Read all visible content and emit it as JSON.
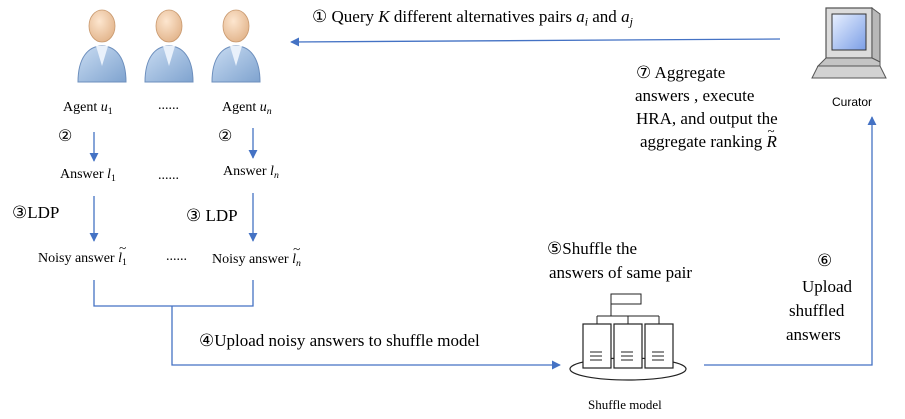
{
  "steps": {
    "step1": {
      "num": "①",
      "text_a": "Query ",
      "k": "K",
      "text_b": " different alternatives pairs ",
      "ai": "a",
      "ai_sub": "i",
      "and": " and ",
      "aj": "a",
      "aj_sub": "j"
    },
    "step2_left": "②",
    "step2_right": "②",
    "step3_left": "③LDP",
    "step3_right": "③ LDP",
    "step4": "④Upload noisy answers  to shuffle model",
    "step5": [
      "⑤Shuffle the",
      "answers of same pair"
    ],
    "step6": {
      "num": "⑥",
      "lines": [
        "Upload",
        "shuffled",
        "answers"
      ]
    },
    "step7": {
      "lines": [
        "⑦ Aggregate",
        "answers , execute",
        "HRA, and output the"
      ],
      "last": "aggregate ranking  ",
      "r": "R"
    }
  },
  "agents": {
    "agent1": {
      "label": "Agent ",
      "var": "u",
      "sub": "1"
    },
    "dots": "......",
    "agentn": {
      "label": "Agent ",
      "var": "u",
      "sub": "n"
    }
  },
  "answers": {
    "answer1": {
      "label": "Answer ",
      "var": "l",
      "sub": "1"
    },
    "dots": "......",
    "answern": {
      "label": "Answer ",
      "var": "l",
      "sub": "n"
    }
  },
  "noisy": {
    "noisy1": {
      "label": "Noisy answer ",
      "var": "l",
      "sub": "1"
    },
    "dots": "......",
    "noisyn": {
      "label": "Noisy answer ",
      "var": "l",
      "sub": "n"
    }
  },
  "curator_label": "Curator",
  "shuffle_label": "Shuffle model",
  "colors": {
    "arrow": "#4472c4",
    "person_body": "#a9c4e8",
    "person_head": "#f2d3b3"
  }
}
